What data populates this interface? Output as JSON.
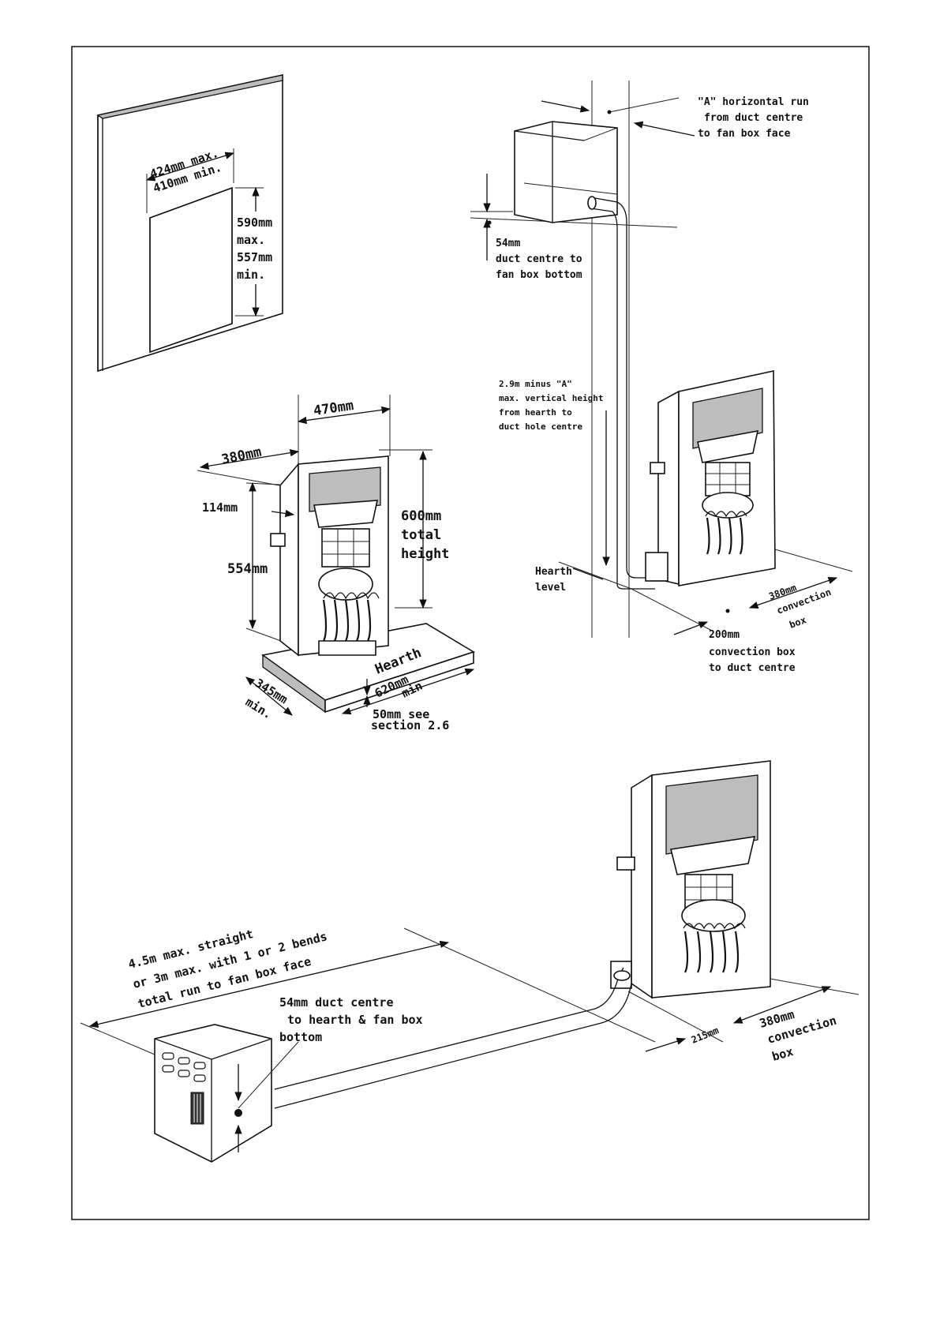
{
  "opening": {
    "width_max": "424mm max.",
    "width_min": "410mm min.",
    "height_line1": "590mm",
    "height_line2": "max.",
    "height_line3": "557mm",
    "height_line4": "min."
  },
  "fire_dims": {
    "width": "470mm",
    "depth": "380mm",
    "side_offset": "114mm",
    "side_height": "554mm",
    "total_height_line1": "600mm",
    "total_height_line2": "total",
    "total_height_line3": "height",
    "hearth": "Hearth",
    "hearth_depth_line1": "345mm",
    "hearth_depth_line2": "min.",
    "hearth_width_line1": "620mm",
    "hearth_width_line2": "min",
    "hearth_thick_line1": "50mm see",
    "hearth_thick_line2": "section 2.6"
  },
  "vertical_duct": {
    "horizontal_run_line1": "\"A\" horizontal run",
    "horizontal_run_line2": "from duct centre",
    "horizontal_run_line3": "to fan box face",
    "offset_line1": "54mm",
    "offset_line2": "duct centre to",
    "offset_line3": "fan box bottom",
    "height_line1": "2.9m minus \"A\"",
    "height_line2": "max. vertical height",
    "height_line3": "from hearth to",
    "height_line4": "duct hole centre",
    "hearth_line1": "Hearth",
    "hearth_line2": "level",
    "convection_line1": "380mm",
    "convection_line2": "convection",
    "convection_line3": "box",
    "conv_duct_line1": "200mm",
    "conv_duct_line2": "convection box",
    "conv_duct_line3": "to duct centre"
  },
  "horizontal_duct": {
    "run_line1": "4.5m max. straight",
    "run_line2": "or 3m max. with 1 or 2 bends",
    "run_line3": "total run to fan box face",
    "centre_line1": "54mm duct centre",
    "centre_line2": "to hearth & fan box",
    "centre_line3": "bottom",
    "side_gap": "215mm",
    "convection_line1": "380mm",
    "convection_line2": "convection",
    "convection_line3": "box"
  }
}
